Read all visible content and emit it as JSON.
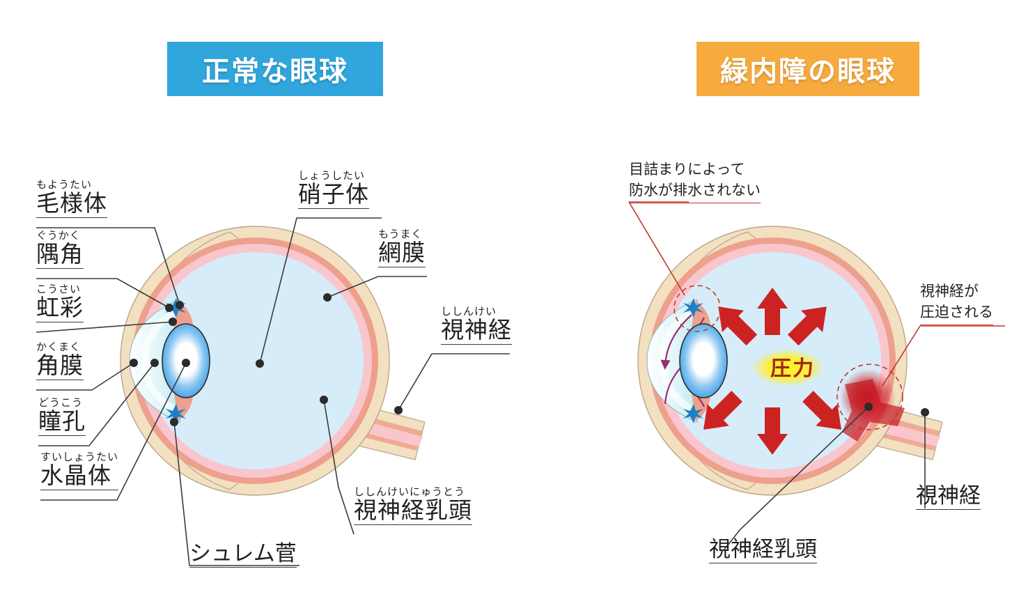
{
  "page": {
    "kind": "anatomical-diagram",
    "subject": "Eye cross-section comparison: normal eye vs glaucoma eye",
    "background": "#ffffff"
  },
  "colors": {
    "normal_title_bg": "#30a6dd",
    "glaucoma_title_bg": "#f7ab3e",
    "sclera": "#f3e0c0",
    "retina_pink": "#f9c6ce",
    "choroid_salmon": "#eda08c",
    "vitreous": "#d6ecf8",
    "cornea": "#d8f2f7",
    "lens_blue": "#5aaeea",
    "schlemm_blue": "#1f7fc4",
    "pressure_arrow_red": "#cc2222",
    "flow_arrow_purple": "#9b2d6f",
    "damage_red": "#cc1f2a",
    "label_text": "#231f20",
    "leader_line": "#3a3a3a",
    "red_leader": "#c0392b",
    "pressure_text": "#9c2b0c",
    "pressure_glow": "#ffee33"
  },
  "panels": [
    {
      "id": "normal",
      "title": "正常な眼球",
      "title_bg": "#30a6dd"
    },
    {
      "id": "glaucoma",
      "title": "緑内障の眼球",
      "title_bg": "#f7ab3e"
    }
  ],
  "normal_labels": [
    {
      "id": "ciliary-body",
      "ruby": "もようたい",
      "main": "毛様体"
    },
    {
      "id": "angle",
      "ruby": "ぐうかく",
      "main": "隅角"
    },
    {
      "id": "iris",
      "ruby": "こうさい",
      "main": "虹彩"
    },
    {
      "id": "cornea",
      "ruby": "かくまく",
      "main": "角膜"
    },
    {
      "id": "pupil",
      "ruby": "どうこう",
      "main": "瞳孔"
    },
    {
      "id": "lens",
      "ruby": "すいしょうたい",
      "main": "水晶体"
    },
    {
      "id": "vitreous",
      "ruby": "しょうしたい",
      "main": "硝子体"
    },
    {
      "id": "retina",
      "ruby": "もうまく",
      "main": "網膜"
    },
    {
      "id": "optic-nerve",
      "ruby": "ししんけい",
      "main": "視神経"
    },
    {
      "id": "optic-disc",
      "ruby": "ししんけいにゅうとう",
      "main": "視神経乳頭"
    },
    {
      "id": "schlemm-canal",
      "ruby": "",
      "main": "シュレム菅"
    }
  ],
  "glaucoma_labels": {
    "blockage_note_line1": "目詰まりによって",
    "blockage_note_line2": "防水が排水されない",
    "compression_note_line1": "視神経が",
    "compression_note_line2": "圧迫される",
    "pressure_label": "圧力",
    "optic_nerve": "視神経",
    "optic_disc": "視神経乳頭"
  },
  "glaucoma_features": {
    "pressure_arrow_count": 8,
    "flow_arrow_count": 4,
    "highlight_circles": 2,
    "damage_spot": "optic nerve head"
  }
}
